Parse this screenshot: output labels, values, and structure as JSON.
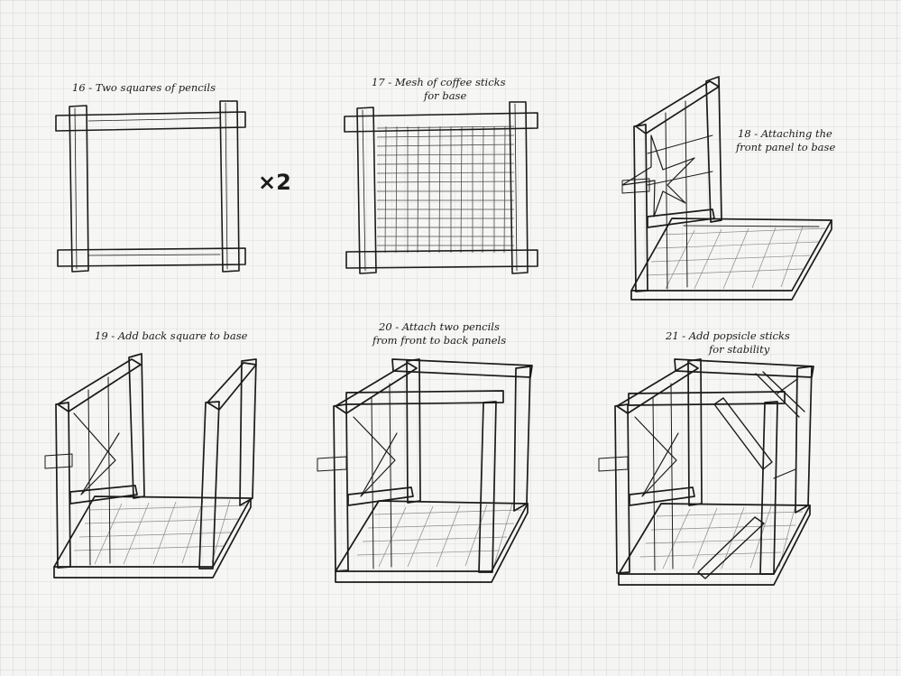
{
  "steps": [
    {
      "label": "16 - Two squares of pencils"
    },
    {
      "label_line1": "17 - Mesh of coffee sticks",
      "label_line2": "for base"
    },
    {
      "label_line1": "18 - Attaching the",
      "label_line2": "front panel to base"
    },
    {
      "label": "19 - Add back square to base"
    },
    {
      "label_line1": "20 - Attach two pencils",
      "label_line2": "from front to back panels"
    },
    {
      "label_line1": "21 - Add popsicle sticks",
      "label_line2": "for stability"
    }
  ],
  "multiplier": "×2",
  "colors": {
    "ink": "#1b1b1b",
    "paper": "#f4f4f2",
    "grid": "#c9c9c7"
  }
}
